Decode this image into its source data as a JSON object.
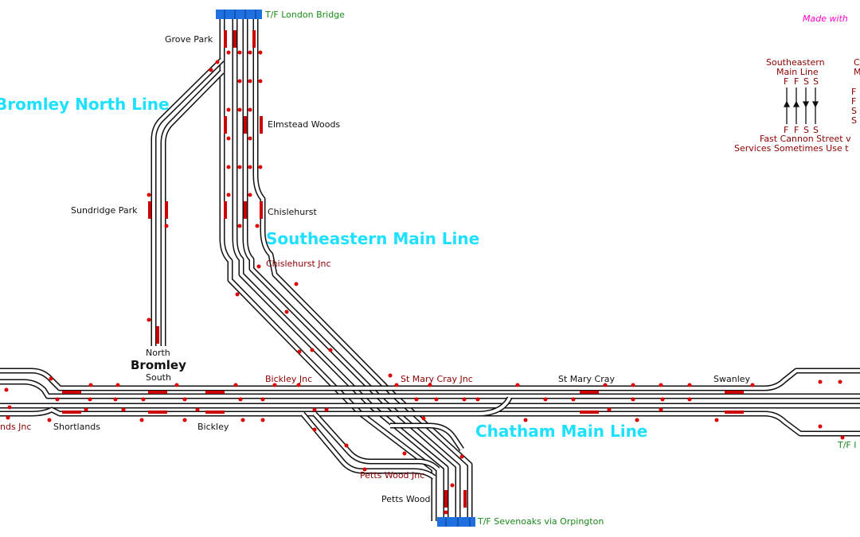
{
  "stations": {
    "grove_park": "Grove Park",
    "elmstead_woods": "Elmstead Woods",
    "chislehurst": "Chislehurst",
    "sundridge_park": "Sundridge Park",
    "bromley_north": "North",
    "bromley": "Bromley",
    "bromley_south": "South",
    "shortlands": "Shortlands",
    "bickley": "Bickley",
    "st_mary_cray": "St Mary Cray",
    "swanley": "Swanley",
    "petts_wood": "Petts Wood"
  },
  "junctions": {
    "chislehurst_jnc": "Chislehurst Jnc",
    "bickley_jnc": "Bickley Jnc",
    "st_mary_cray_jnc": "St Mary Cray Jnc",
    "petts_wood_jnc": "Petts Wood Jnc",
    "shortlands_jnc_partial": "nds Jnc"
  },
  "destinations": {
    "london_bridge": "T/F London Bridge",
    "sevenoaks": "T/F Sevenoaks via Orpington",
    "right_partial": "T/F I"
  },
  "lines": {
    "bromley_north_line": "Bromley North Line",
    "southeastern_main_line": "Southeastern Main Line",
    "chatham_main_line": "Chatham Main Line"
  },
  "credit": "Made with",
  "legend": {
    "title_line1": "Southeastern",
    "title_line2": "Main Line",
    "top_letters": [
      "F",
      "F",
      "S",
      "S"
    ],
    "bottom_letters": [
      "F",
      "F",
      "S",
      "S"
    ],
    "second_title_line1": "C",
    "second_title_line2": "M",
    "second_rows": [
      "F",
      "F",
      "S",
      "S"
    ],
    "note_line1": "Fast Cannon Street v",
    "note_line2": "Services Sometimes Use t"
  },
  "colors": {
    "track": "#111111",
    "signal": "#e00000",
    "platform": "#cc0000",
    "terminal_block": "#1e6fe0",
    "line_label": "#1ee0ff",
    "junction_label": "#8b0000",
    "destination_label": "#1a8a1a",
    "credit": "#ff00cc"
  }
}
